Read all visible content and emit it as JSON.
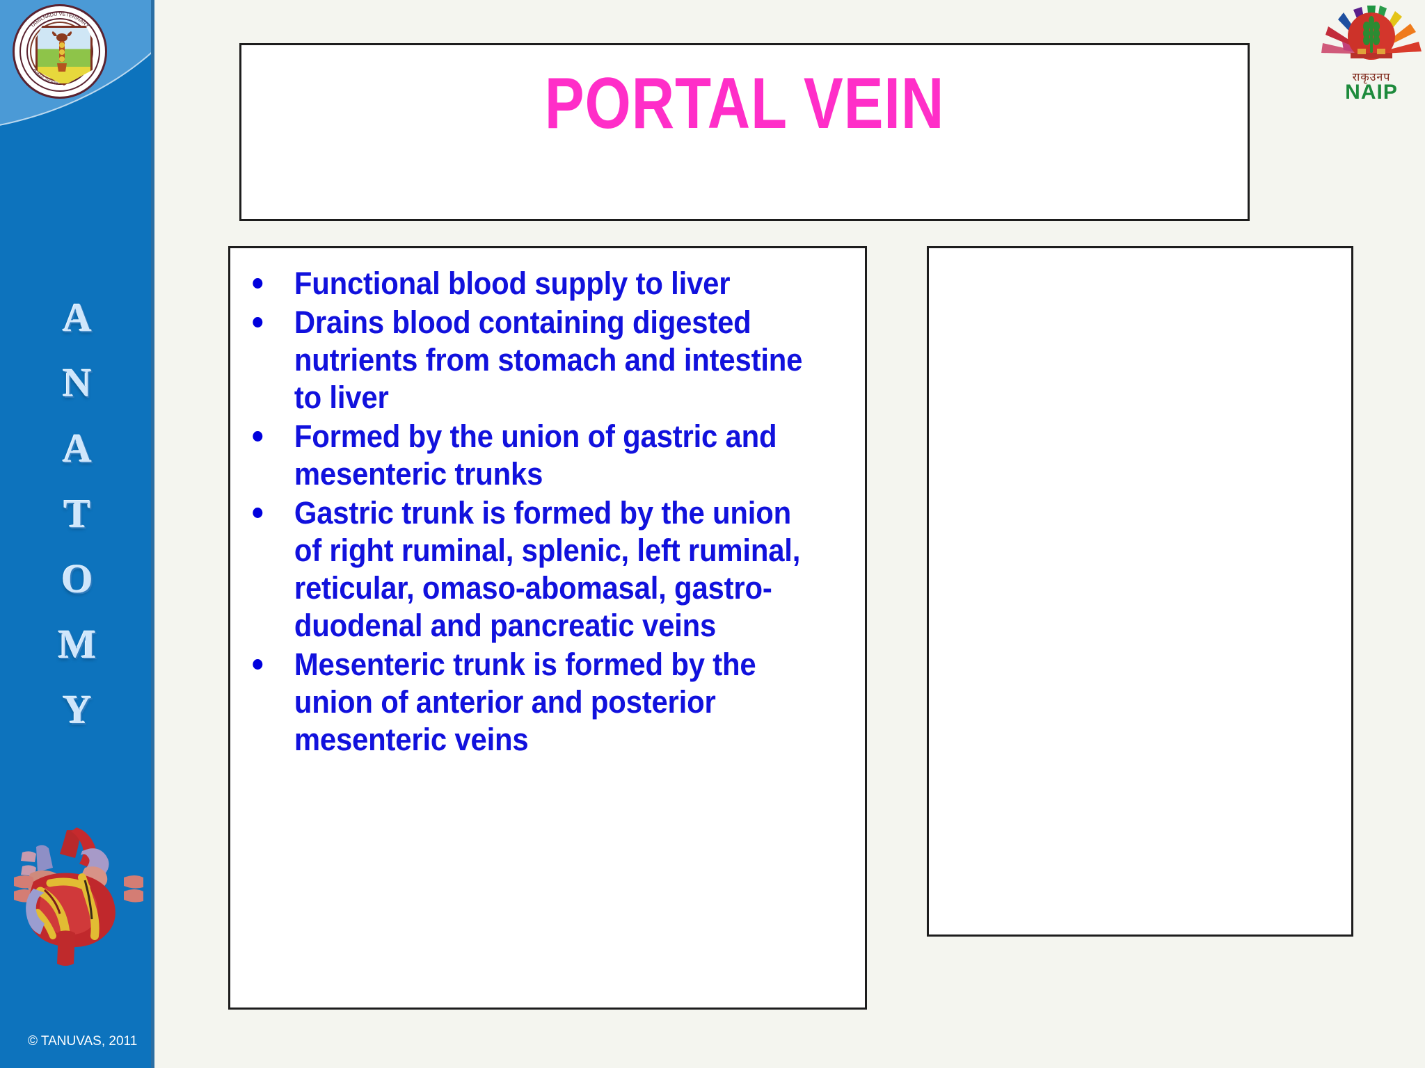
{
  "slide": {
    "background_color": "#f4f5ef",
    "title": "PORTAL VEIN",
    "title_color": "#ff2ec8"
  },
  "sidebar": {
    "background_color": "#0d73bd",
    "arc_color": "#4b9ad6",
    "subject_letters": [
      "A",
      "N",
      "A",
      "T",
      "O",
      "M",
      "Y"
    ],
    "subject_word": "ANATOMY",
    "seal_name": "tanuvas-seal",
    "heart_image_name": "anatomical-heart-illustration",
    "copyright": "© TANUVAS, 2011"
  },
  "content": {
    "text_color": "#1111dd",
    "bullets": [
      "Functional blood supply to liver",
      "Drains blood containing digested nutrients from stomach and intestine to liver",
      "Formed by the union of gastric and mesenteric trunks",
      "Gastric trunk is formed by the union of right ruminal, splenic, left ruminal, reticular, omaso-abomasal, gastro-duodenal and pancreatic veins",
      "Mesenteric trunk is formed by the union of anterior and posterior mesenteric veins"
    ]
  },
  "right_panel": {
    "content": "",
    "background_color": "#ffffff"
  },
  "naip_logo": {
    "hindi_text": "राकृउनप",
    "label": "NAIP",
    "label_color": "#1d8a3c"
  }
}
